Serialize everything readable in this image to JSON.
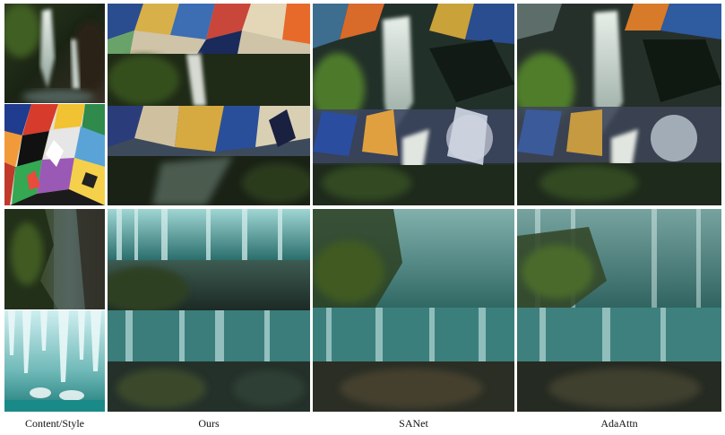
{
  "figure": {
    "captions": {
      "content_style": "Content/Style",
      "ours": "Ours",
      "sanet": "SANet",
      "adaattn": "AdaAttn"
    }
  }
}
